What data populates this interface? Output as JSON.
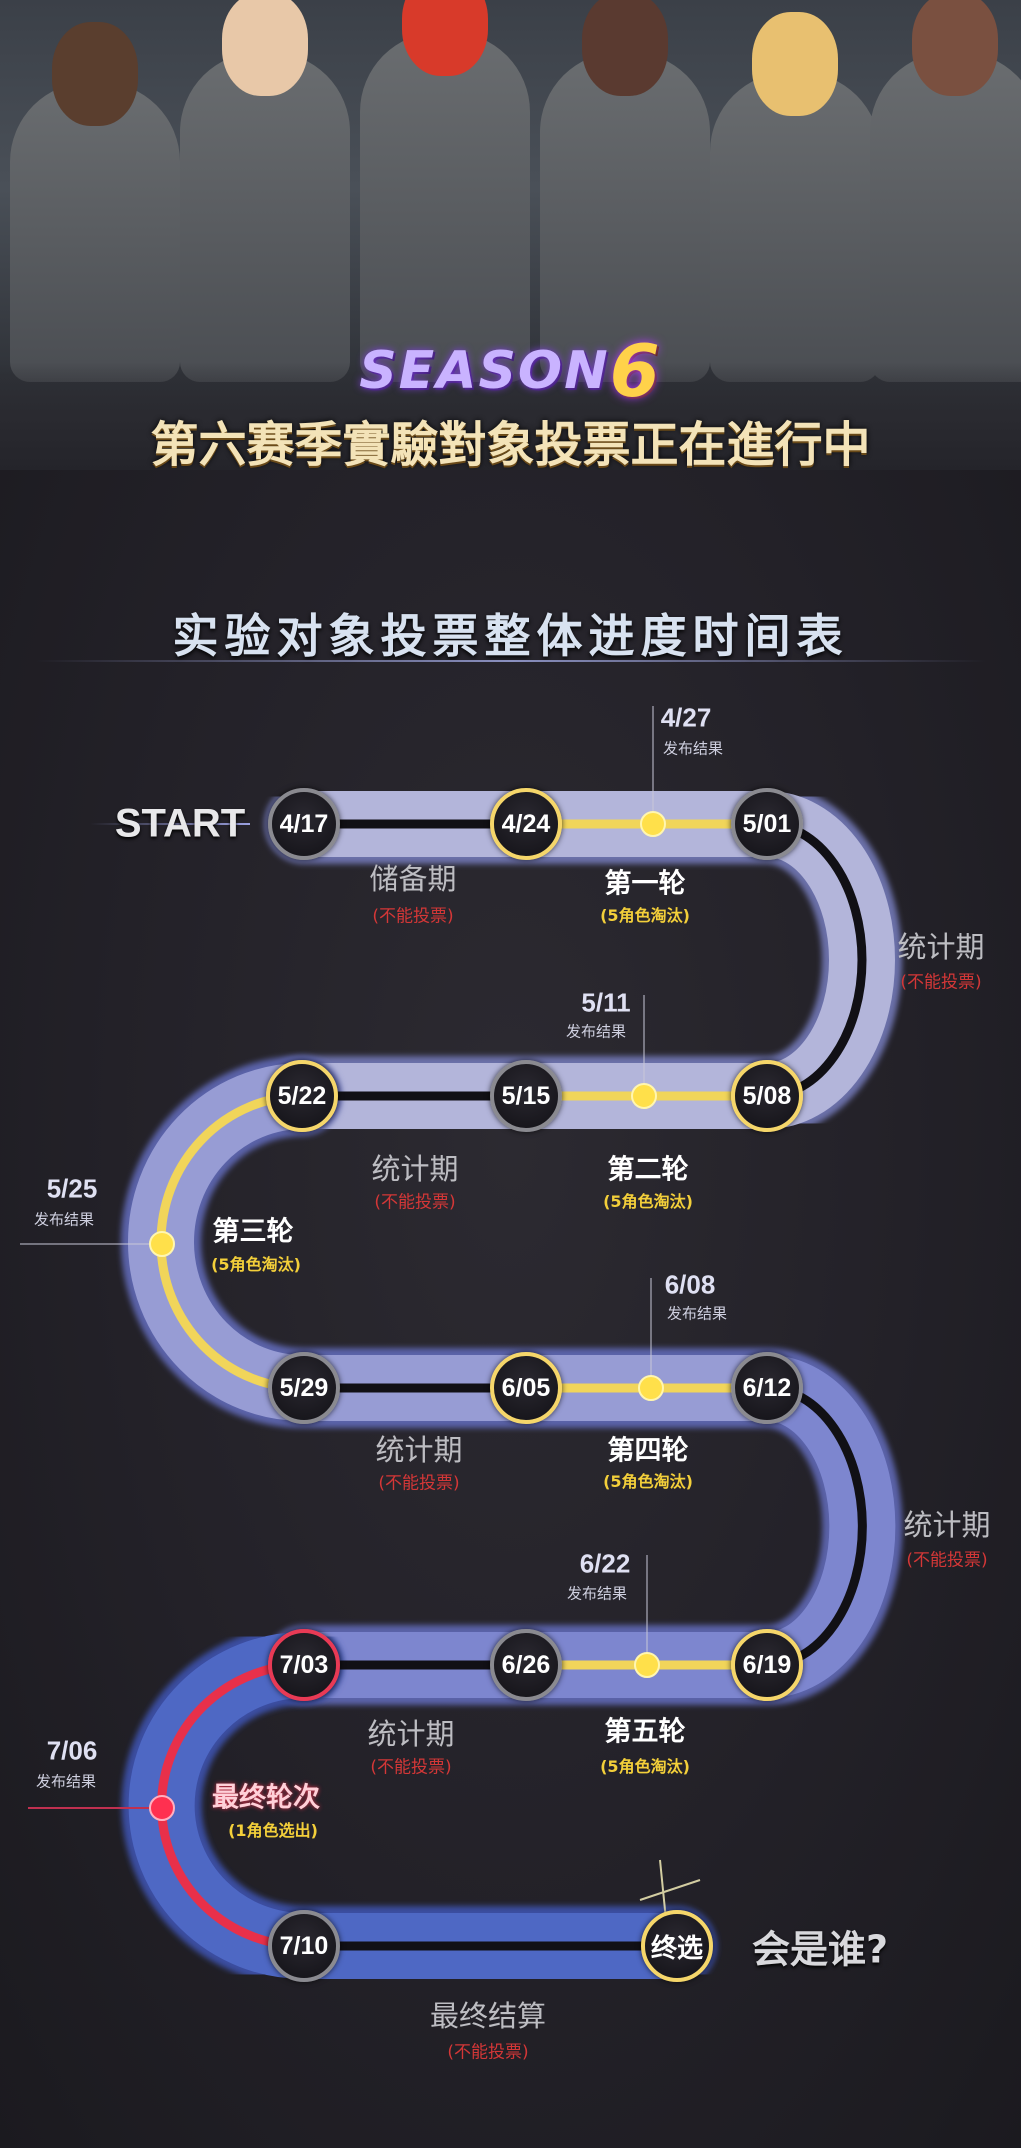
{
  "banner": {
    "logo_text": "SEASON",
    "logo_number": "6",
    "title": "第六赛季實驗對象投票正在進行中"
  },
  "schedule": {
    "title": "实验对象投票整体进度时间表",
    "start_label": "START",
    "nodes": [
      {
        "label": "4/17",
        "ring": "gray"
      },
      {
        "label": "4/24",
        "ring": "gold"
      },
      {
        "label": "5/01",
        "ring": "gray"
      },
      {
        "label": "5/08",
        "ring": "gold"
      },
      {
        "label": "5/15",
        "ring": "gray"
      },
      {
        "label": "5/22",
        "ring": "gold"
      },
      {
        "label": "5/29",
        "ring": "gray"
      },
      {
        "label": "6/05",
        "ring": "gold"
      },
      {
        "label": "6/12",
        "ring": "gray"
      },
      {
        "label": "6/19",
        "ring": "gold"
      },
      {
        "label": "6/26",
        "ring": "gray"
      },
      {
        "label": "7/03",
        "ring": "red"
      },
      {
        "label": "7/10",
        "ring": "gray"
      },
      {
        "label": "终选",
        "ring": "gold"
      }
    ],
    "results": [
      {
        "date": "4/27",
        "label": "发布结果"
      },
      {
        "date": "5/11",
        "label": "发布结果"
      },
      {
        "date": "5/25",
        "label": "发布结果"
      },
      {
        "date": "6/08",
        "label": "发布结果"
      },
      {
        "date": "6/22",
        "label": "发布结果"
      },
      {
        "date": "7/06",
        "label": "发布结果"
      }
    ],
    "periods": [
      {
        "name": "储备期",
        "note": "(不能投票)"
      },
      {
        "name": "统计期",
        "note": "(不能投票)"
      },
      {
        "name": "统计期",
        "note": "(不能投票)"
      },
      {
        "name": "统计期",
        "note": "(不能投票)"
      },
      {
        "name": "统计期",
        "note": "(不能投票)"
      },
      {
        "name": "统计期",
        "note": "(不能投票)"
      },
      {
        "name": "最终结算",
        "note": "(不能投票)"
      }
    ],
    "rounds": [
      {
        "name": "第一轮",
        "note": "(5角色淘汰)"
      },
      {
        "name": "第二轮",
        "note": "(5角色淘汰)"
      },
      {
        "name": "第三轮",
        "note": "(5角色淘汰)"
      },
      {
        "name": "第四轮",
        "note": "(5角色淘汰)"
      },
      {
        "name": "第五轮",
        "note": "(5角色淘汰)"
      },
      {
        "name": "最终轮次",
        "note": "(1角色选出)"
      }
    ],
    "final_question": "会是谁?"
  },
  "colors": {
    "gold": "#f5d66a",
    "red": "#e83a55",
    "track_light": "#b3b5da",
    "track_mid": "#8d93d2",
    "track_blue": "#4e68c4"
  }
}
